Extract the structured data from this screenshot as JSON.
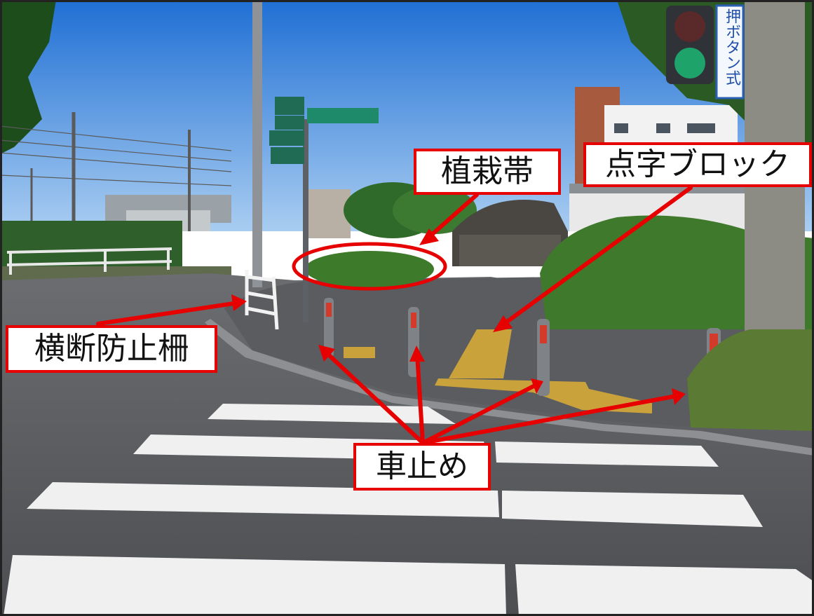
{
  "labels": {
    "planting_strip": "植栽帯",
    "braille_block": "点字ブロック",
    "crossing_fence": "横断防止柵",
    "bollard": "車止め"
  },
  "signs": {
    "signal_plate": "押ボタン式"
  },
  "colors": {
    "annotation_red": "#e60000",
    "sky": "#3f86d8",
    "asphalt": "#55575a",
    "crosswalk": "#f2f2f2",
    "hedge": "#3f7a2c",
    "tactile": "#c9a23c"
  }
}
